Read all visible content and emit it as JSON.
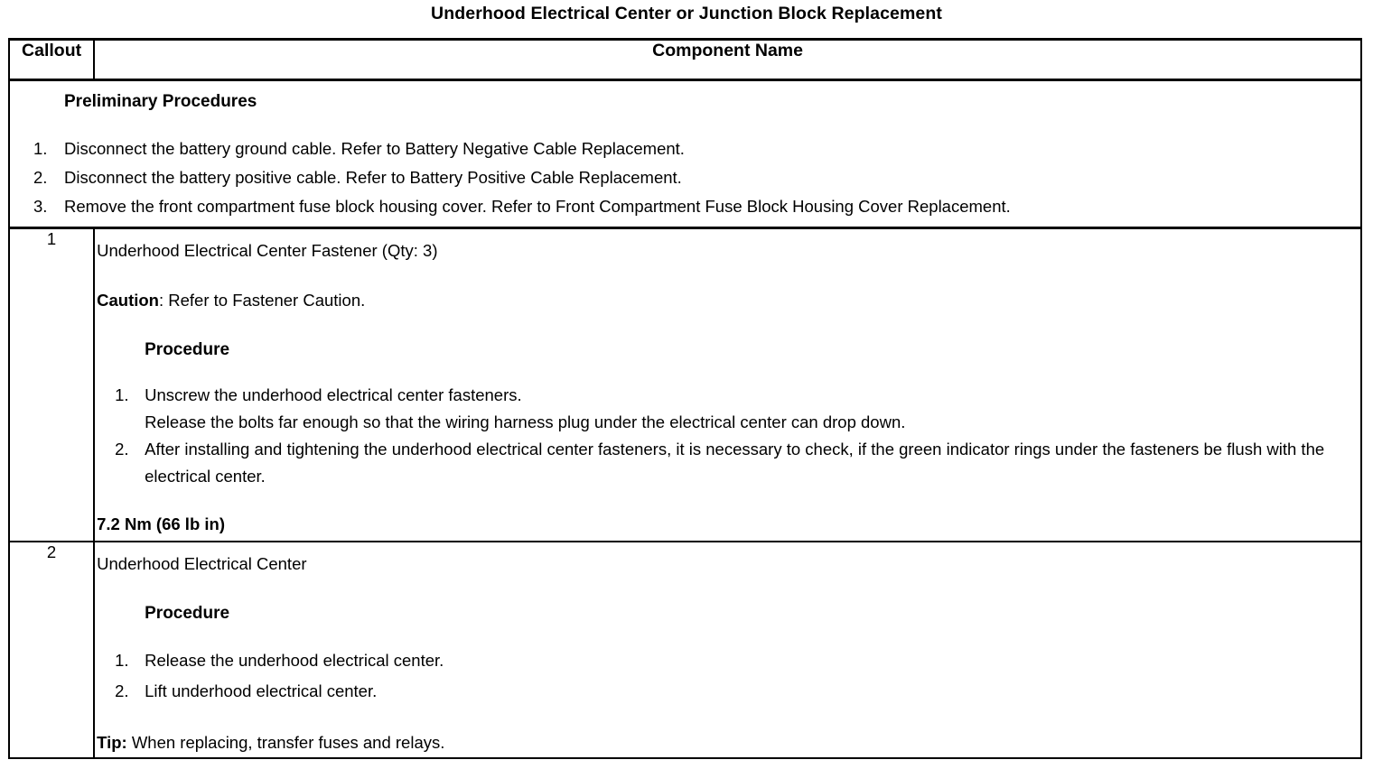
{
  "document": {
    "title": "Underhood Electrical Center or Junction Block Replacement"
  },
  "table": {
    "headers": {
      "callout": "Callout",
      "component": "Component Name"
    },
    "preliminary": {
      "heading": "Preliminary Procedures",
      "steps": [
        {
          "num": "1.",
          "text": "Disconnect the battery ground cable. Refer to Battery Negative Cable Replacement."
        },
        {
          "num": "2.",
          "text": "Disconnect the battery positive cable. Refer to Battery Positive Cable Replacement."
        },
        {
          "num": "3.",
          "text": "Remove the front compartment fuse block housing cover. Refer to Front Compartment Fuse Block Housing Cover Replacement."
        }
      ]
    },
    "rows": [
      {
        "callout": "1",
        "component_name": "Underhood Electrical Center Fastener (Qty: 3)",
        "caution_lead": "Caution",
        "caution_text": ": Refer to Fastener Caution.",
        "procedure_heading": "Procedure",
        "steps": [
          {
            "num": "1.",
            "text": "Unscrew the underhood electrical center fasteners.",
            "cont": "Release the bolts far enough so that the wiring harness plug under the electrical center can drop down."
          },
          {
            "num": "2.",
            "text": "After installing and tightening the underhood electrical center fasteners, it is necessary to check, if the green indicator rings under the fasteners be flush with the electrical center.",
            "cont": ""
          }
        ],
        "torque": "7.2 Nm (66 lb in)"
      },
      {
        "callout": "2",
        "component_name": "Underhood Electrical Center",
        "procedure_heading": "Procedure",
        "steps": [
          {
            "num": "1.",
            "text": "Release the underhood electrical center."
          },
          {
            "num": "2.",
            "text": "Lift underhood electrical center."
          }
        ],
        "tip_lead": "Tip:",
        "tip_text": " When replacing, transfer fuses and relays."
      }
    ]
  }
}
